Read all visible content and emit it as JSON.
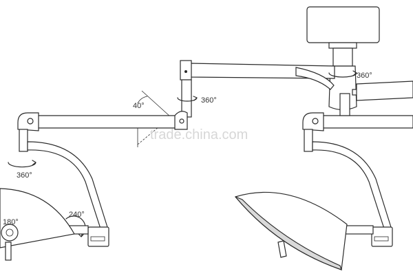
{
  "watermark": "trade.china.com",
  "angles": {
    "ceiling_mount_rotation": "360°",
    "main_arm_rotation": "360°",
    "arm_tilt": "40°",
    "left_spring_arm_rotation": "360°",
    "left_head_yoke_rotation": "240°",
    "left_head_rotation": "180°"
  },
  "colors": {
    "line": "#2b2b2b",
    "shade": "#d9d9d9",
    "watermark": "#d7d7d7"
  }
}
